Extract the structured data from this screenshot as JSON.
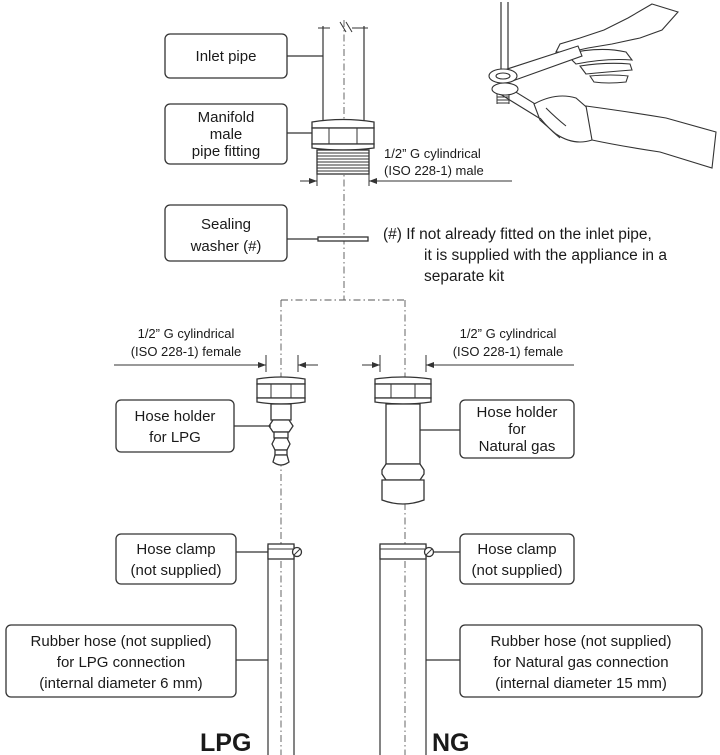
{
  "labels": {
    "inlet_pipe": "Inlet pipe",
    "manifold_fitting": [
      "Manifold",
      "male",
      "pipe fitting"
    ],
    "male_thread": [
      "1/2” G cylindrical",
      "(ISO 228-1) male"
    ],
    "sealing_washer": [
      "Sealing",
      "washer (#)"
    ],
    "washer_note": [
      "(#) If not already fitted on the inlet pipe,",
      "it is supplied with the appliance in a",
      "separate kit"
    ],
    "female_thread_lpg": [
      "1/2” G cylindrical",
      "(ISO 228-1) female"
    ],
    "female_thread_ng": [
      "1/2” G cylindrical",
      "(ISO 228-1) female"
    ],
    "hose_holder_lpg": [
      "Hose holder",
      "for LPG"
    ],
    "hose_holder_ng": [
      "Hose holder",
      "for",
      "Natural gas"
    ],
    "hose_clamp_lpg": [
      "Hose clamp",
      "(not supplied)"
    ],
    "hose_clamp_ng": [
      "Hose clamp",
      "(not supplied)"
    ],
    "rubber_hose_lpg": [
      "Rubber hose (not supplied)",
      "for LPG connection",
      "(internal diameter 6 mm)"
    ],
    "rubber_hose_ng": [
      "Rubber hose (not supplied)",
      "for Natural gas connection",
      "(internal diameter 15 mm)"
    ],
    "lpg_heading": "LPG",
    "ng_heading": "NG"
  }
}
